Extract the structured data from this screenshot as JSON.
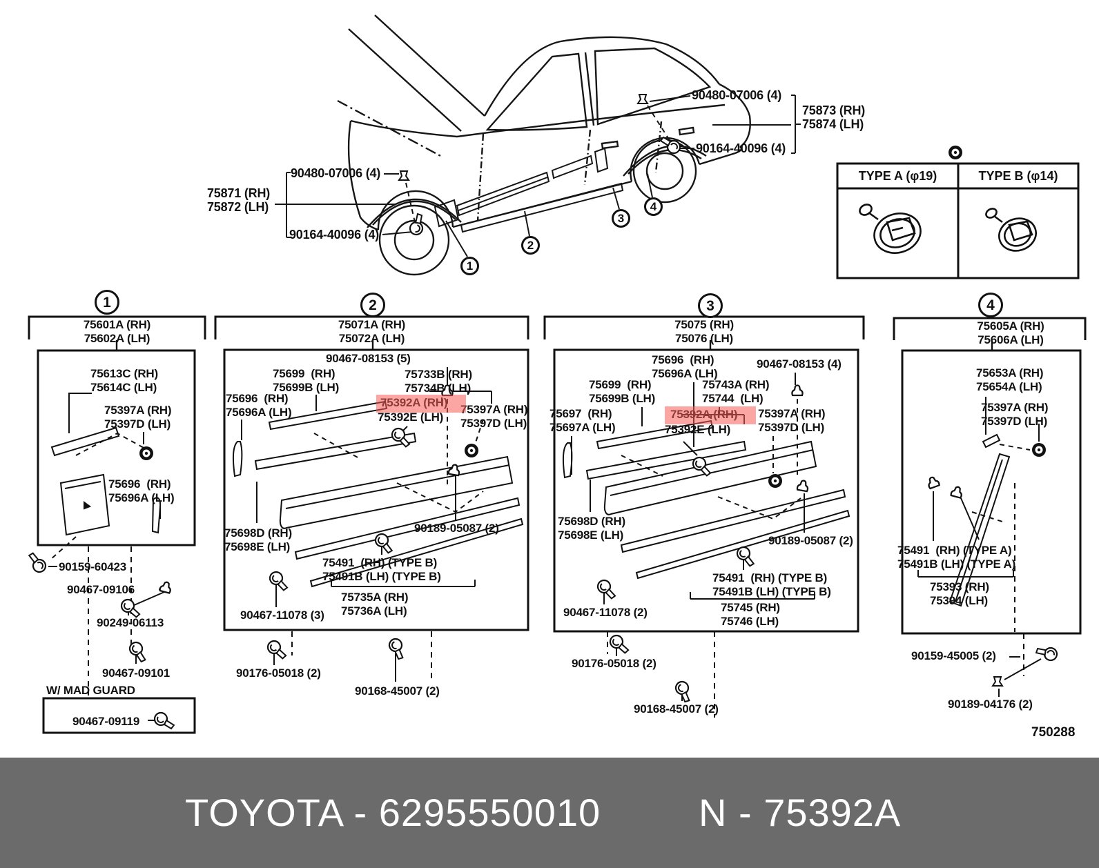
{
  "colors": {
    "highlight": "#f8837f",
    "banner_bg": "#6b6b6b",
    "line": "#141414"
  },
  "car": {
    "labels": {
      "front_clip": "90480-07006 (4)",
      "front_flare": "75871 (RH)\n75872 (LH)",
      "front_screw": "90164-40096 (4)",
      "rear_clip": "90480-07006 (4)",
      "rear_flare": "75873 (RH)\n75874 (LH)",
      "rear_screw": "90164-40096 (4)"
    },
    "markers": [
      "1",
      "2",
      "3",
      "4"
    ]
  },
  "clip_types": {
    "type_a": "TYPE A (φ19)",
    "type_b": "TYPE B (φ14)"
  },
  "sections": {
    "s1": {
      "num": "1",
      "title": "75601A (RH)\n75602A (LH)",
      "l_75613": "75613C (RH)\n75614C (LH)",
      "l_75397": "75397A (RH)\n75397D (LH)",
      "l_75696": "75696  (RH)\n75696A (LH)",
      "l_90159": "90159-60423",
      "l_90467_09106": "90467-09106",
      "l_90249": "90249-06113",
      "l_90467_09101": "90467-09101",
      "note": "W/ MAD GUARD",
      "l_90467_09119": "90467-09119"
    },
    "s2": {
      "num": "2",
      "title": "75071A (RH)\n75072A (LH)",
      "l_90467_08153": "90467-08153 (5)",
      "l_75699": "75699  (RH)\n75699B (LH)",
      "l_75733": "75733B (RH)\n75734B (LH)",
      "l_75696": "75696  (RH)\n75696A (LH)",
      "hl_75392": "75392A (RH)",
      "l_75392e": "75392E (LH)",
      "l_75397": "75397A (RH)\n75397D (LH)",
      "l_75698": "75698D (RH)\n75698E (LH)",
      "l_90189": "90189-05087 (2)",
      "l_75491": "75491  (RH) (TYPE B)\n75491B (LH) (TYPE B)",
      "l_75735": "75735A (RH)\n75736A (LH)",
      "l_90467_11078": "90467-11078 (3)",
      "l_90176": "90176-05018 (2)",
      "l_90168": "90168-45007 (2)"
    },
    "s3": {
      "num": "3",
      "title": "75075 (RH)\n75076 (LH)",
      "l_75696": "75696  (RH)\n75696A (LH)",
      "l_90467_08153": "90467-08153 (4)",
      "l_75699": "75699  (RH)\n75699B (LH)",
      "l_75743": "75743A (RH)\n75744  (LH)",
      "l_75697": "75697  (RH)\n75697A (LH)",
      "hl_75392": "75392A (RH)",
      "l_75392e": "75392E (LH)",
      "l_75397": "75397A (RH)\n75397D (LH)",
      "l_75698": "75698D (RH)\n75698E (LH)",
      "l_90189": "90189-05087 (2)",
      "l_75491": "75491  (RH) (TYPE B)\n75491B (LH) (TYPE B)",
      "l_75745": "75745 (RH)\n75746 (LH)",
      "l_90467_11078": "90467-11078 (2)",
      "l_90176": "90176-05018 (2)",
      "l_90168": "90168-45007 (2)"
    },
    "s4": {
      "num": "4",
      "title": "75605A (RH)\n75606A (LH)",
      "l_75653": "75653A (RH)\n75654A (LH)",
      "l_75397": "75397A (RH)\n75397D (LH)",
      "l_75491": "75491  (RH) (TYPE A)\n75491B (LH) (TYPE A)",
      "l_75393": "75393 (RH)\n75394 (LH)",
      "l_90159": "90159-45005 (2)",
      "l_90189": "90189-04176 (2)"
    }
  },
  "footer": {
    "brand": "TOYOTA - 6295550010",
    "part": "N - 75392A",
    "sheet": "750288"
  }
}
